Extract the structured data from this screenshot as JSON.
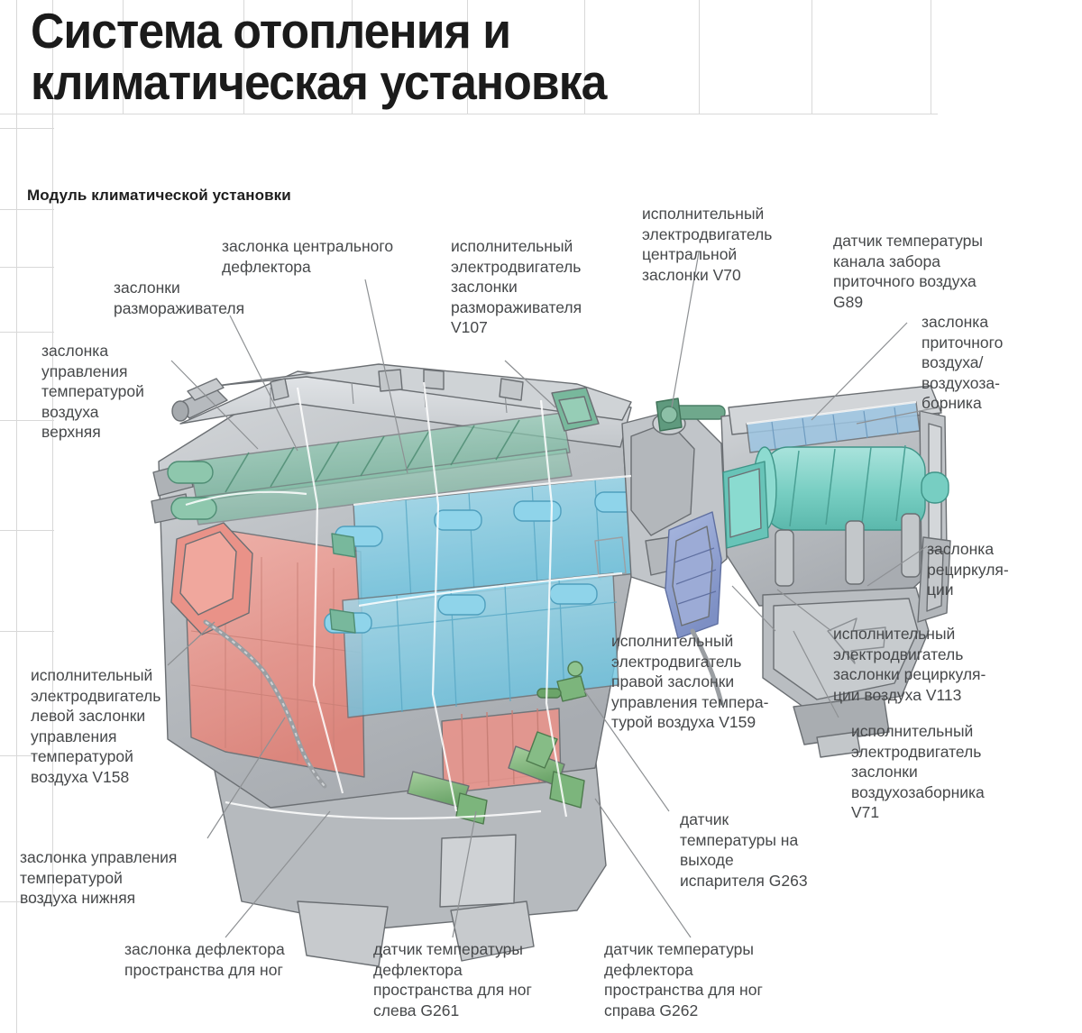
{
  "page": {
    "title": "Система отопления и\nклиматическая установка",
    "subtitle": "Модуль климатической установки"
  },
  "colors": {
    "heater_core_red": "#e8948c",
    "evaporator_blue": "#7fcfe6",
    "damper_green": "#7fbfa6",
    "blower_teal": "#79cfc4",
    "actuator_blue": "#8d9fd0",
    "connector_green": "#7cb57c",
    "housing_gray": "#b9bcc0",
    "text_gray": "#46484a",
    "grid_gray": "#d8d8d8"
  },
  "labels": [
    {
      "id": "defroster-dampers",
      "text": "заслонки\nразмораживателя"
    },
    {
      "id": "central-deflector-damper",
      "text": "заслонка центрального\nдефлектора"
    },
    {
      "id": "defroster-damper-motor-v107",
      "text": "исполнительный\nэлектродвигатель\nзаслонки\nразмораживателя\nV107"
    },
    {
      "id": "central-damper-motor-v70",
      "text": "исполнительный\nэлектродвигатель\nцентральной\nзаслонки V70"
    },
    {
      "id": "intake-duct-temp-sensor-g89",
      "text": "датчик температуры\nканала забора\nприточного воздуха\n G89"
    },
    {
      "id": "fresh-air-intake-damper",
      "text": "заслонка\nприточного\nвоздуха/\nвоздухоза-\nборника"
    },
    {
      "id": "upper-air-temp-damper",
      "text": "заслонка\nуправления\nтемпературой\nвоздуха\nверхняя"
    },
    {
      "id": "recirculation-damper",
      "text": "заслонка\nрециркуля-\nции"
    },
    {
      "id": "recirc-damper-motor-v113",
      "text": "исполнительный\nэлектродвигатель\nзаслонки рециркуля-\nции воздуха V113"
    },
    {
      "id": "air-intake-damper-motor-v71",
      "text": "исполнительный\nэлектродвигатель\nзаслонки\nвоздухозаборника\nV71"
    },
    {
      "id": "right-air-temp-damper-motor-v159",
      "text": "исполнительный\nэлектродвигатель\nправой заслонки\nуправления темпера-\nтурой воздуха V159"
    },
    {
      "id": "left-air-temp-damper-motor-v158",
      "text": "исполнительный\nэлектродвигатель\nлевой заслонки\nуправления\nтемпературой\nвоздуха V158"
    },
    {
      "id": "lower-air-temp-damper",
      "text": "заслонка управления\nтемпературой\nвоздуха нижняя"
    },
    {
      "id": "evaporator-outlet-temp-sensor-g263",
      "text": "датчик\nтемпературы на\nвыходе\nиспарителя G263"
    },
    {
      "id": "footwell-deflector-damper",
      "text": "заслонка дефлектора\nпространства для ног"
    },
    {
      "id": "footwell-temp-sensor-left-g261",
      "text": "датчик температуры\nдефлектора\nпространства для ног\nслева G261"
    },
    {
      "id": "footwell-temp-sensor-right-g262",
      "text": "датчик температуры\nдефлектора\nпространства для ног\nсправа G262"
    }
  ]
}
